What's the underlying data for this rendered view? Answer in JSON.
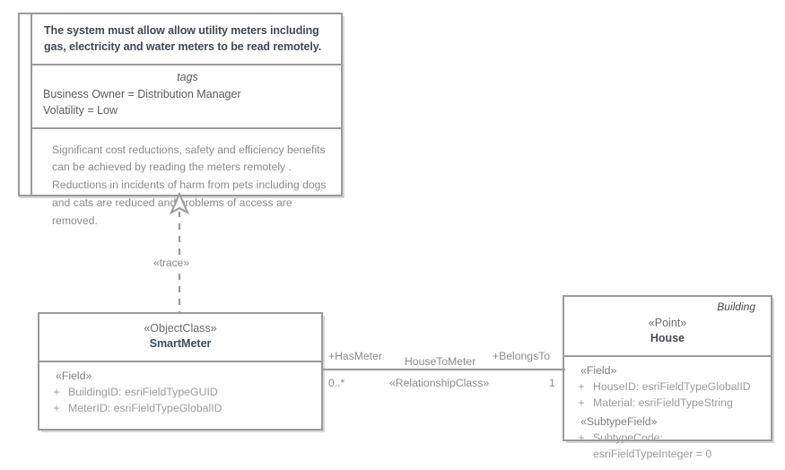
{
  "diagram": {
    "type": "uml-class-diagram",
    "background_color": "#ffffff",
    "line_color": "#9a9a9a",
    "text_color": "#5a5a5a",
    "title_color": "#3d4a57"
  },
  "requirement": {
    "title": "The system must allow allow utility meters including gas, electricity and water meters to be read remotely.",
    "tags_heading": "tags",
    "tags": [
      "Business Owner = Distribution Manager",
      "Volatility = Low"
    ],
    "notes": "Significant cost reductions, safety and efficiency benefits  can be achieved by reading the meters remotely . Reductions in incidents of harm from pets including dogs and cats are reduced and problems of access are removed."
  },
  "trace": {
    "label": "«trace»",
    "style": "dashed",
    "arrowhead": "hollow-triangle",
    "direction": "up"
  },
  "smartmeter": {
    "stereotype": "«ObjectClass»",
    "name": "SmartMeter",
    "groups": [
      {
        "stereotype": "«Field»",
        "attributes": [
          {
            "visibility": "+",
            "text": "BuildingID: esriFieldTypeGUID"
          },
          {
            "visibility": "+",
            "text": "MeterID: esriFieldTypeGlobalID"
          }
        ]
      }
    ]
  },
  "house": {
    "qualifier": "Building",
    "stereotype": "«Point»",
    "name": "House",
    "groups": [
      {
        "stereotype": "«Field»",
        "attributes": [
          {
            "visibility": "+",
            "text": "HouseID: esriFieldTypeGlobalID"
          },
          {
            "visibility": "+",
            "text": "Material: esriFieldTypeString"
          }
        ]
      },
      {
        "stereotype": "«SubtypeField»",
        "attributes": [
          {
            "visibility": "+",
            "text": "SubtypeCode: esriFieldTypeInteger = 0"
          }
        ]
      }
    ]
  },
  "association": {
    "name": "HouseToMeter",
    "stereotype": "«RelationshipClass»",
    "source_role": "+HasMeter",
    "source_multiplicity": "0..*",
    "target_role": "+BelongsTo",
    "target_multiplicity": "1"
  }
}
